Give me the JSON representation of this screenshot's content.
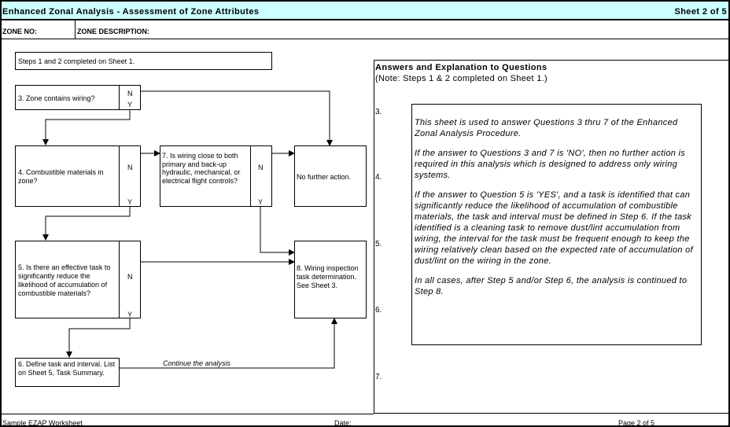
{
  "header": {
    "title": "Enhanced Zonal Analysis - Assessment of Zone Attributes",
    "sheet": "Sheet 2 of 5"
  },
  "zone": {
    "zone_no_label": "ZONE NO:",
    "zone_desc_label": "ZONE DESCRIPTION:"
  },
  "flow": {
    "steps12": "Steps 1 and 2 completed on Sheet 1.",
    "q3": "3. Zone contains wiring?",
    "q4": "4. Combustible materials in zone?",
    "q7": "7. Is wiring close to both primary and back-up hydraulic, mechanical, or electrical flight controls?",
    "no_action": "No further action.",
    "q5": "5. Is there an effective task to significantly reduce the likelihood of accumulation of combustible materials?",
    "step8": "8.  Wiring inspection task determination. See Sheet 3.",
    "step6": "6. Define task and interval. List on Sheet 5, Task Summary.",
    "continue": "Continue the analysis",
    "n": "N",
    "y": "Y"
  },
  "answers": {
    "heading": "Answers and Explanation to Questions",
    "note": "(Note:  Steps 1 & 2 completed on Sheet 1.)",
    "numbers": [
      "3.",
      "4.",
      "5.",
      "6.",
      "7."
    ],
    "paragraphs": [
      "This sheet is used to answer Questions 3 thru 7 of the Enhanced Zonal Analysis Procedure.",
      "If the answer to Questions 3 and 7 is 'NO', then no further action is required in this analysis which is designed to address only wiring systems.",
      "If the answer to Question 5 is 'YES',  and a task is identified that can significantly reduce the likelihood of accumulation of combustible materials, the task and interval must be defined in Step 6.  If the task identified is a cleaning task to remove dust/lint accumulation from wiring, the interval for the task must be frequent enough to keep the wiring relatively clean  based on the expected rate of accumulation of dust/lint on the wiring in the zone.",
      "In all cases, after Step 5 and/or Step 6, the analysis is continued to Step 8."
    ]
  },
  "footer": {
    "left": "Sample EZAP Worksheet",
    "date": "Date:",
    "page": "Page 2 of 5"
  }
}
